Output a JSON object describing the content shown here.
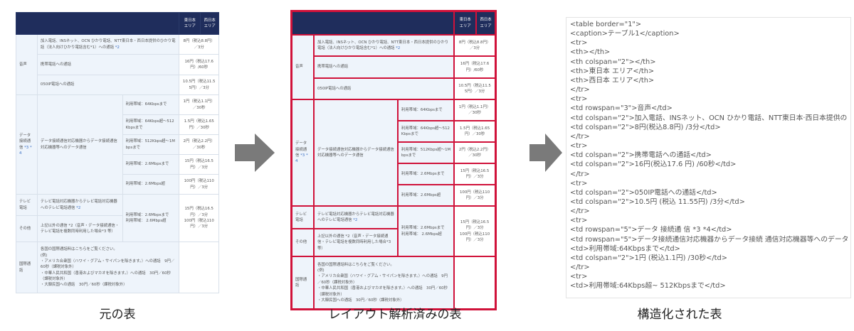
{
  "captions": {
    "original": "元の表",
    "analyzed": "レイアウト解析済みの表",
    "structured": "構造化された表"
  },
  "colors": {
    "header": "#1f2d5c",
    "highlight": "#d0123a",
    "cell_bg": "#eef4fb",
    "arrow": "#7a7a7a"
  },
  "table": {
    "rows": [
      [
        {
          "kind": "head",
          "text": "",
          "colspan": 3
        },
        {
          "kind": "head",
          "text": "東日本エリア"
        },
        {
          "kind": "head",
          "text": "西日本エリア"
        }
      ],
      [
        {
          "kind": "label",
          "text": "音声",
          "rowspan": 3
        },
        {
          "kind": "body",
          "text": "加入電話、INSネット、OCN ひかり電話、NTT東日本・西日本提供のひかり電話（法人向けひかり電話含む*1）への通話 ",
          "note": "*2",
          "colspan": 2
        },
        {
          "kind": "price",
          "text": "8円（税込8.8円）／3分",
          "colspan": 2
        }
      ],
      [
        {
          "kind": "body",
          "text": "携帯電話への通話",
          "colspan": 2
        },
        {
          "kind": "price",
          "text": "16円（税込17.6円）/60秒",
          "colspan": 2
        }
      ],
      [
        {
          "kind": "body",
          "text": "050IP電話への通話",
          "colspan": 2
        },
        {
          "kind": "price",
          "text": "10.5円（税込11.55円）／3分",
          "colspan": 2
        }
      ],
      [
        {
          "kind": "label",
          "text": "データ接続通信 ",
          "note": "*3 *4",
          "rowspan": 5
        },
        {
          "kind": "body",
          "text": "データ接続通信対応機器からデータ接続通信対応機器等へのデータ通信",
          "rowspan": 5
        },
        {
          "kind": "body",
          "text": "利用帯域：64Kbpsまで"
        },
        {
          "kind": "price",
          "text": "1円（税込1.1円）／30秒",
          "colspan": 2
        }
      ],
      [
        {
          "kind": "body",
          "text": "利用帯域：64Kbps超～512Kbpsまで"
        },
        {
          "kind": "price",
          "text": "1.5円（税込1.65円）／30秒",
          "colspan": 2
        }
      ],
      [
        {
          "kind": "body",
          "text": "利用帯域：512Kbps超～1Mbpsまで"
        },
        {
          "kind": "price",
          "text": "2円（税込2.2円）／30秒",
          "colspan": 2
        }
      ],
      [
        {
          "kind": "body",
          "text": "利用帯域：2.6Mbpsまで"
        },
        {
          "kind": "price",
          "text": "15円（税込16.5円）／3分",
          "colspan": 2
        }
      ],
      [
        {
          "kind": "body",
          "text": "利用帯域：2.6Mbps超"
        },
        {
          "kind": "price",
          "text": "100円（税込110円）／3分",
          "colspan": 2
        }
      ],
      [
        {
          "kind": "label",
          "text": "テレビ電話"
        },
        {
          "kind": "body",
          "text": "テレビ電話対応機器からテレビ電話対応機器へのテレビ電話通信 ",
          "note": "*2"
        },
        {
          "kind": "body",
          "text": "利用帯域：2.6Mbpsまで\n利用帯域： 2.6Mbps超",
          "rowspan": 2
        },
        {
          "kind": "price",
          "text": "15円（税込16.5円）／3分\n100円（税込110円）／3分",
          "colspan": 2,
          "rowspan": 2
        }
      ],
      [
        {
          "kind": "label",
          "text": "その他"
        },
        {
          "kind": "body",
          "text": "上記以外の通信 *2（音声・データ接続通信・テレビ電話を複数同時利用した場合*3 等）"
        }
      ],
      [
        {
          "kind": "label",
          "text": "国際通話"
        },
        {
          "kind": "body",
          "text": "各国の国際通話料はこちらをご覧ください。\n(例)\n・アメリカ合衆国（ハワイ・グアム・サイパンを除きます。）への通話　9円／60秒（課税対象外）\n・中華人民共和国（香港およびマカオを除きます。）への通話　30円／60秒（課税対象外）\n・大韓民国への通話　30円／60秒（課税対象外）",
          "colspan": 2
        },
        {
          "kind": "blank",
          "text": "",
          "colspan": 2
        }
      ]
    ]
  },
  "code_lines": [
    "<table border=\"1\">",
    "<caption>テーブル1</caption>",
    "<tr>",
    "<th></th>",
    "<th colspan=\"2\"></th>",
    "<th>東日本 エリア</th>",
    "<th>西日本 エリア</th>",
    "</tr>",
    "<tr>",
    "<td rowspan=\"3\">音声</td>",
    "<td colspan=\"2\">加入電話、INSネット、OCN ひかり電話、NTT東日本·西日本提供の",
    "<td colspan=\"2\">8円(税込8.8円) /3分</td>",
    "</tr>",
    "<tr>",
    "<td colspan=\"2\">携帯電話への通話</td>",
    "<td colspan=\"2\">16円(税込17.6 円) /60秒</td>",
    "</tr>",
    "<tr>",
    "<td colspan=\"2\">050IP電話への通話</td>",
    "<td colspan=\"2\">10.5円 (税込 11.55円) /3分</td>",
    "</tr>",
    "<tr>",
    "<td rowspan=\"5\">データ 接続通 信 *3 *4</td>",
    "<td rowspan=\"5\">データ接続通信対応機器からデータ接続 通信対応機器等へのデータ",
    "<td>利用帯域:64Kbpsまで</td>",
    "<td colspan=\"2\">1円 (税込1.1円) /30秒</td>",
    "</tr>",
    "<tr>",
    "<td>利用帯域:64Kbps超~ 512Kbpsまで</td>"
  ]
}
